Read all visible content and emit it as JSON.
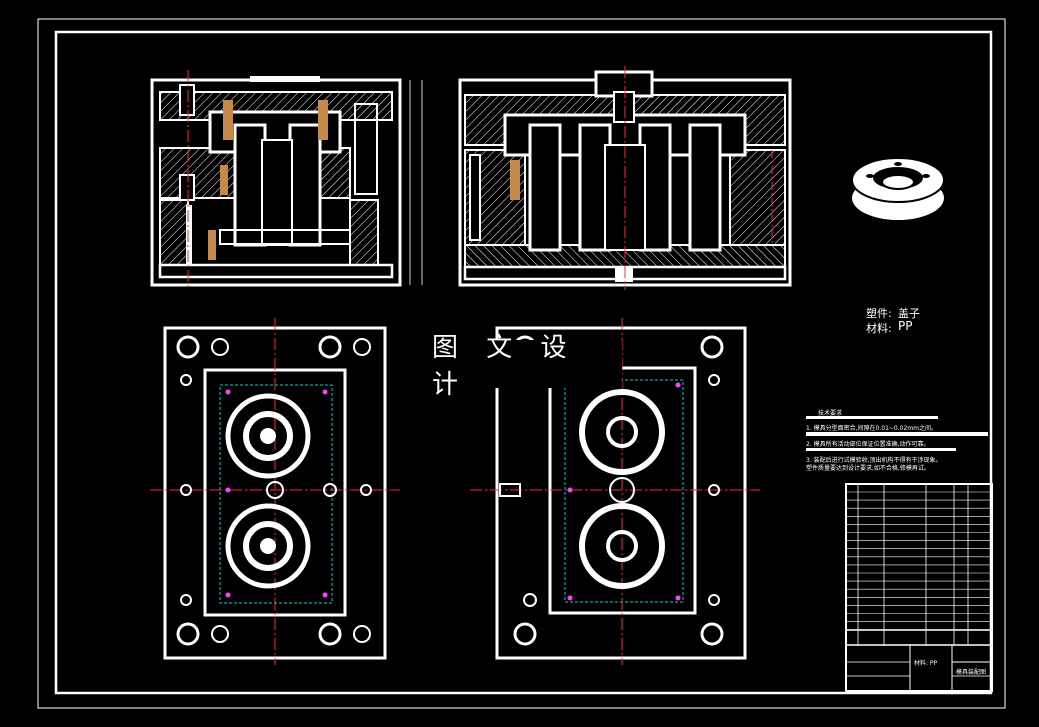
{
  "watermark": "图 文 设 计",
  "part_name_label": "塑件:",
  "part_name": "盖子",
  "material_label": "材料:",
  "material": "PP",
  "tech_req_title": "技术要求",
  "tech_req": [
    "1. 模具分型面密合,间隙在0.01~0.02mm之间。",
    "2. 模具所有活动部位保证位置准确,动作可靠。",
    "3. 装配后进行试模验收,顶出机构不得有干涉现象。",
    "塑件质量要达到设计要求,如不合格,修模再试。"
  ],
  "title_block": {
    "drawing_name": "模具装配图",
    "material_cell": "材料: PP"
  },
  "colors": {
    "line": "#ffffff",
    "center": "#ff2a2a",
    "hidden": "#00d0d0",
    "magenta": "#ff40ff",
    "insert": "#c58a4a",
    "background": "#000000"
  }
}
